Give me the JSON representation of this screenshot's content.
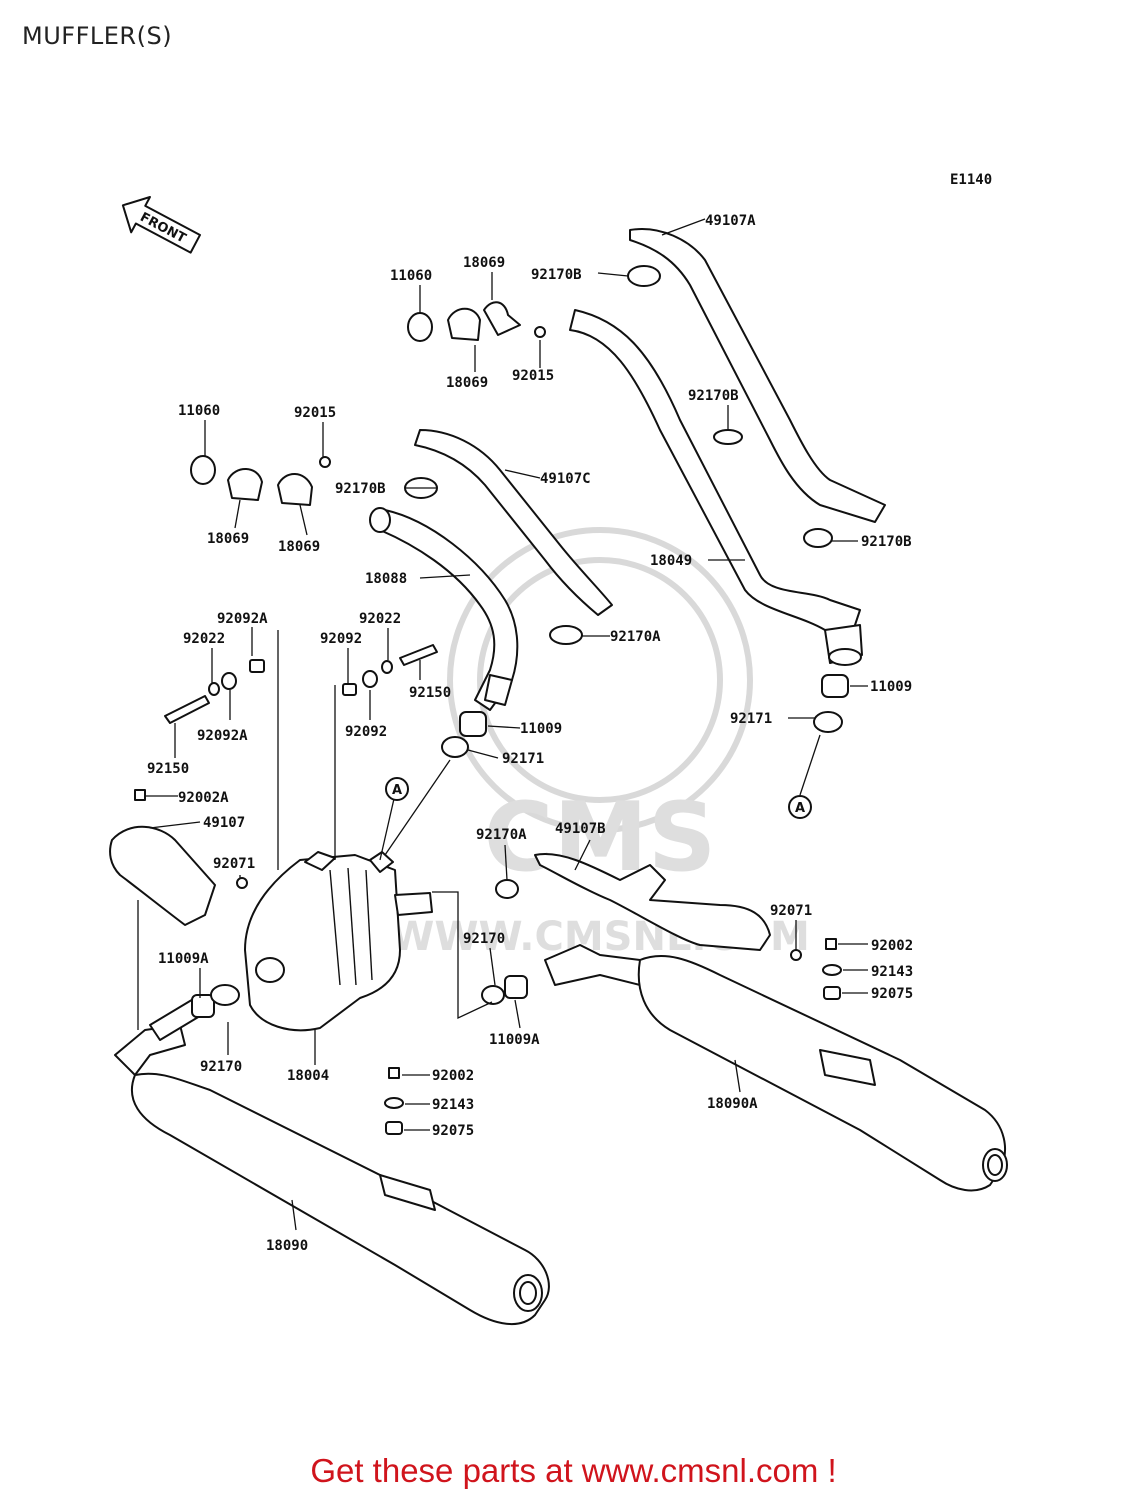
{
  "page": {
    "title": "MUFFLER(S)",
    "diagram_code": "E1140",
    "front_marker": "FRONT",
    "promo_text": "Get these parts at www.cmsnl.com !",
    "watermark": {
      "logo_text": "CMS",
      "url_text": "WWW.CMSNL.COM"
    },
    "promo_color": "#d0141c"
  },
  "callouts": [
    {
      "id": "c1",
      "text": "49107A"
    },
    {
      "id": "c2",
      "text": "18069"
    },
    {
      "id": "c3",
      "text": "11060"
    },
    {
      "id": "c4",
      "text": "92170B"
    },
    {
      "id": "c5",
      "text": "18069"
    },
    {
      "id": "c6",
      "text": "92015"
    },
    {
      "id": "c7",
      "text": "92170B"
    },
    {
      "id": "c8",
      "text": "11060"
    },
    {
      "id": "c9",
      "text": "92015"
    },
    {
      "id": "c10",
      "text": "49107C"
    },
    {
      "id": "c11",
      "text": "92170B"
    },
    {
      "id": "c12",
      "text": "18069"
    },
    {
      "id": "c13",
      "text": "18069"
    },
    {
      "id": "c14",
      "text": "92170B"
    },
    {
      "id": "c15",
      "text": "18049"
    },
    {
      "id": "c16",
      "text": "18088"
    },
    {
      "id": "c17",
      "text": "92092A"
    },
    {
      "id": "c18",
      "text": "92022"
    },
    {
      "id": "c19",
      "text": "92022"
    },
    {
      "id": "c20",
      "text": "92092"
    },
    {
      "id": "c21",
      "text": "92170A"
    },
    {
      "id": "c22",
      "text": "11009"
    },
    {
      "id": "c23",
      "text": "92150"
    },
    {
      "id": "c24",
      "text": "92092A"
    },
    {
      "id": "c25",
      "text": "92092"
    },
    {
      "id": "c26",
      "text": "11009"
    },
    {
      "id": "c27",
      "text": "92171"
    },
    {
      "id": "c28",
      "text": "92150"
    },
    {
      "id": "c29",
      "text": "92171"
    },
    {
      "id": "c30",
      "text": "92002A"
    },
    {
      "id": "c31",
      "text": "49107"
    },
    {
      "id": "c32",
      "text": "92170A"
    },
    {
      "id": "c33",
      "text": "49107B"
    },
    {
      "id": "c34",
      "text": "92071"
    },
    {
      "id": "c35",
      "text": "92071"
    },
    {
      "id": "c36",
      "text": "92002"
    },
    {
      "id": "c37",
      "text": "11009A"
    },
    {
      "id": "c38",
      "text": "92170"
    },
    {
      "id": "c39",
      "text": "92143"
    },
    {
      "id": "c40",
      "text": "92075"
    },
    {
      "id": "c41",
      "text": "11009A"
    },
    {
      "id": "c42",
      "text": "92170"
    },
    {
      "id": "c43",
      "text": "18004"
    },
    {
      "id": "c44",
      "text": "92002"
    },
    {
      "id": "c45",
      "text": "18090A"
    },
    {
      "id": "c46",
      "text": "92143"
    },
    {
      "id": "c47",
      "text": "92075"
    },
    {
      "id": "c48",
      "text": "18090"
    }
  ],
  "markers": [
    {
      "id": "m1",
      "text": "A"
    },
    {
      "id": "m2",
      "text": "A"
    }
  ]
}
